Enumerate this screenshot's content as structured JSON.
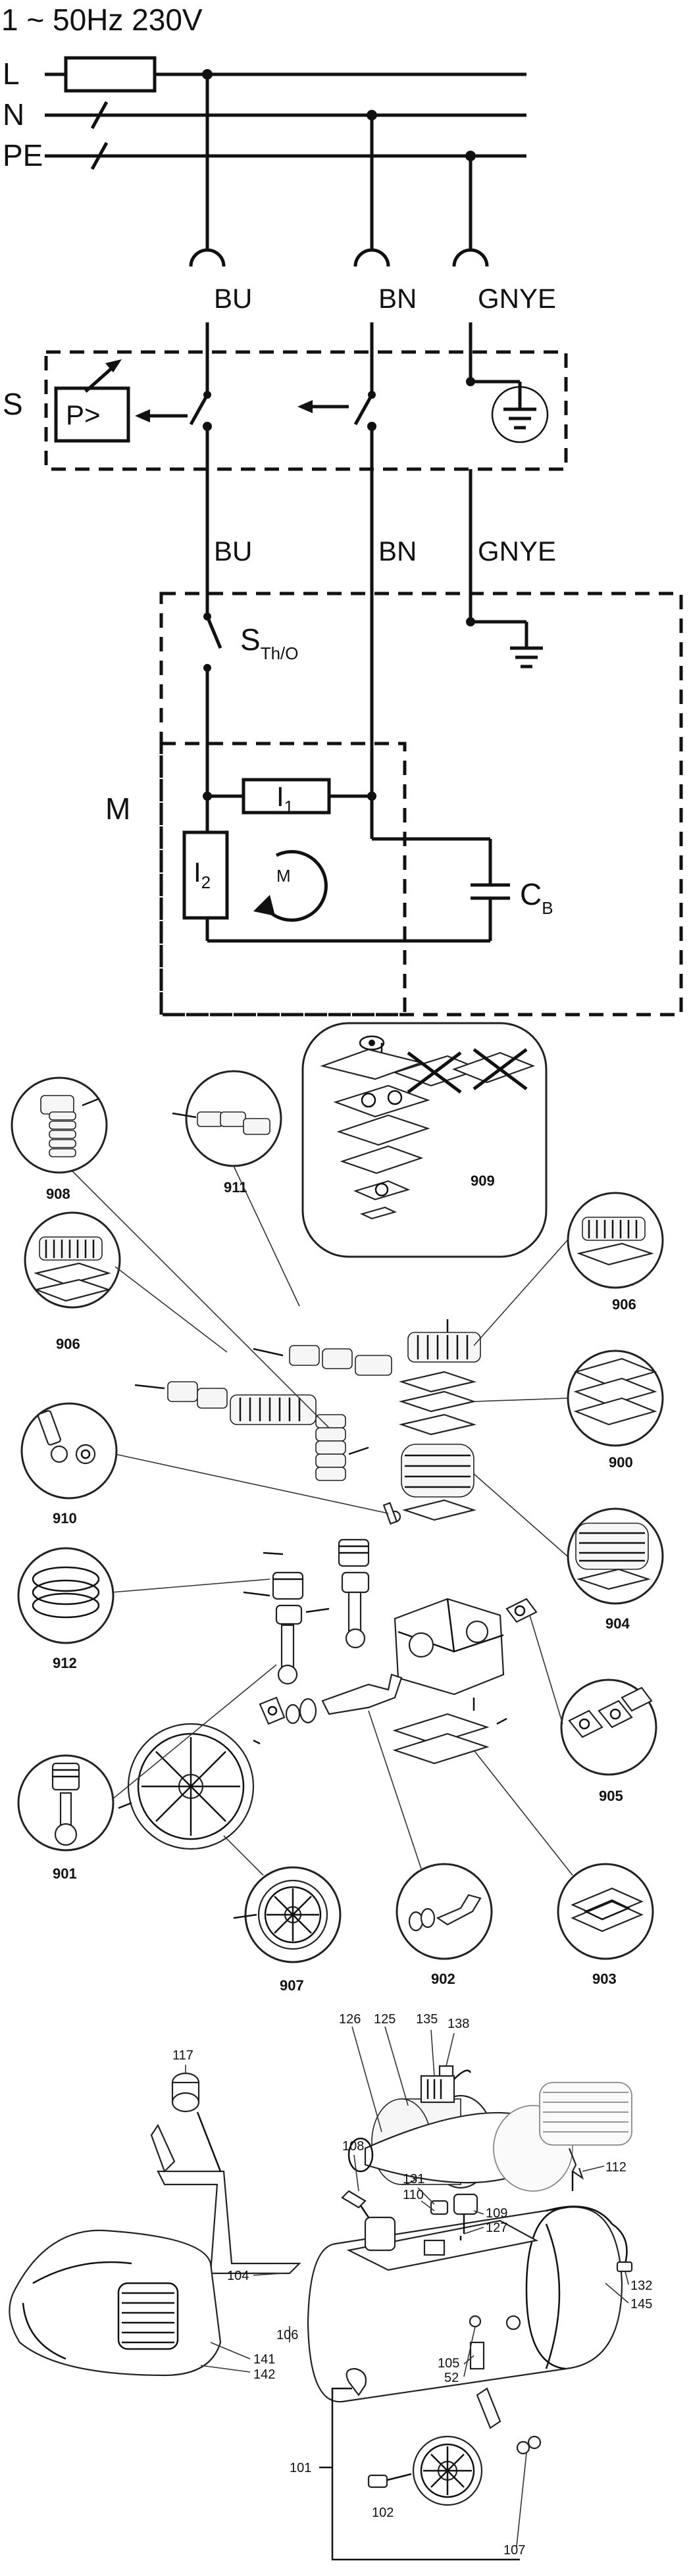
{
  "wiring": {
    "supply": "1 ~ 50Hz 230V",
    "lines": [
      "L",
      "N",
      "PE"
    ],
    "conductors_top": [
      "BU",
      "BN",
      "GNYE"
    ],
    "switch_label": "S",
    "pressure_switch": "P>",
    "conductors_mid": [
      "BU",
      "BN",
      "GNYE"
    ],
    "thermal_switch": "S",
    "thermal_switch_sub": "Th/O",
    "motor_label": "M",
    "winding_1": "I",
    "winding_1_sub": "1",
    "winding_2": "I",
    "winding_2_sub": "2",
    "motor_symbol": "M",
    "capacitor": "C",
    "capacitor_sub": "B"
  },
  "pump_parts": {
    "kits": [
      "908",
      "911",
      "909",
      "906",
      "906",
      "900",
      "910",
      "904",
      "912",
      "905",
      "901",
      "907",
      "902",
      "903"
    ]
  },
  "assembly_parts": {
    "numbers": [
      "117",
      "126",
      "125",
      "135",
      "138",
      "112",
      "108",
      "131",
      "110",
      "109",
      "127",
      "104",
      "106",
      "132",
      "145",
      "141",
      "142",
      "105",
      "52",
      "101",
      "102",
      "107"
    ]
  }
}
